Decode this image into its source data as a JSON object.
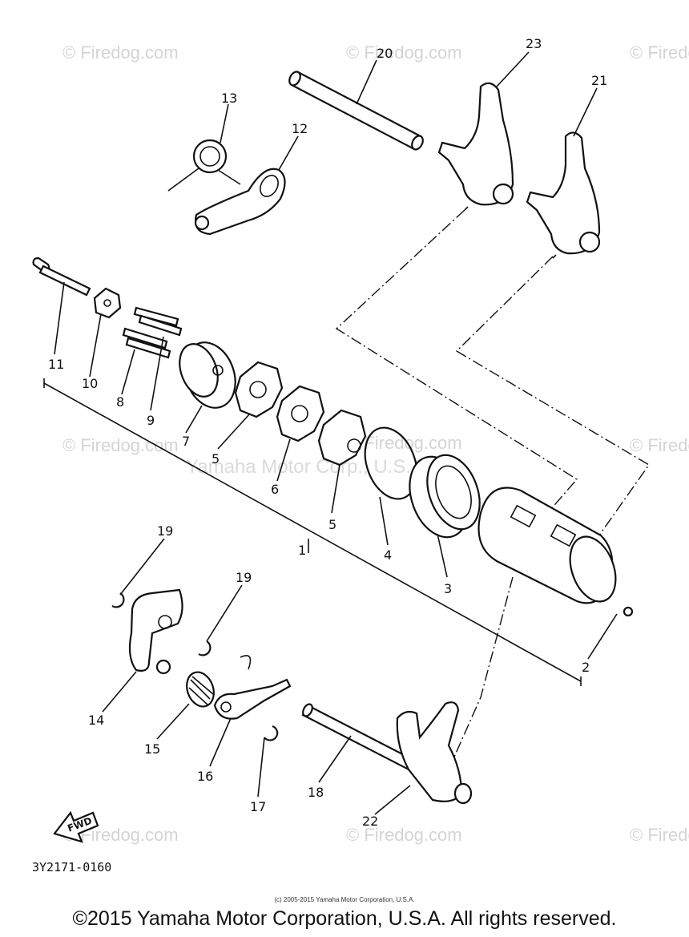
{
  "watermark": "© Firedog.com",
  "center_watermark": "Yamaha Motor Corp., U.S.A.",
  "diagram_code": "3Y2171-0160",
  "fwd_label": "FWD",
  "small_copyright": "(c) 2005-2015 Yamaha Motor Corporation, U.S.A.",
  "copyright": "©2015 Yamaha Motor Corporation, U.S.A. All rights reserved.",
  "part_numbers": [
    "1",
    "2",
    "3",
    "4",
    "5",
    "5",
    "6",
    "7",
    "8",
    "9",
    "10",
    "11",
    "12",
    "13",
    "14",
    "15",
    "16",
    "17",
    "18",
    "19",
    "19",
    "20",
    "21",
    "22",
    "23"
  ]
}
